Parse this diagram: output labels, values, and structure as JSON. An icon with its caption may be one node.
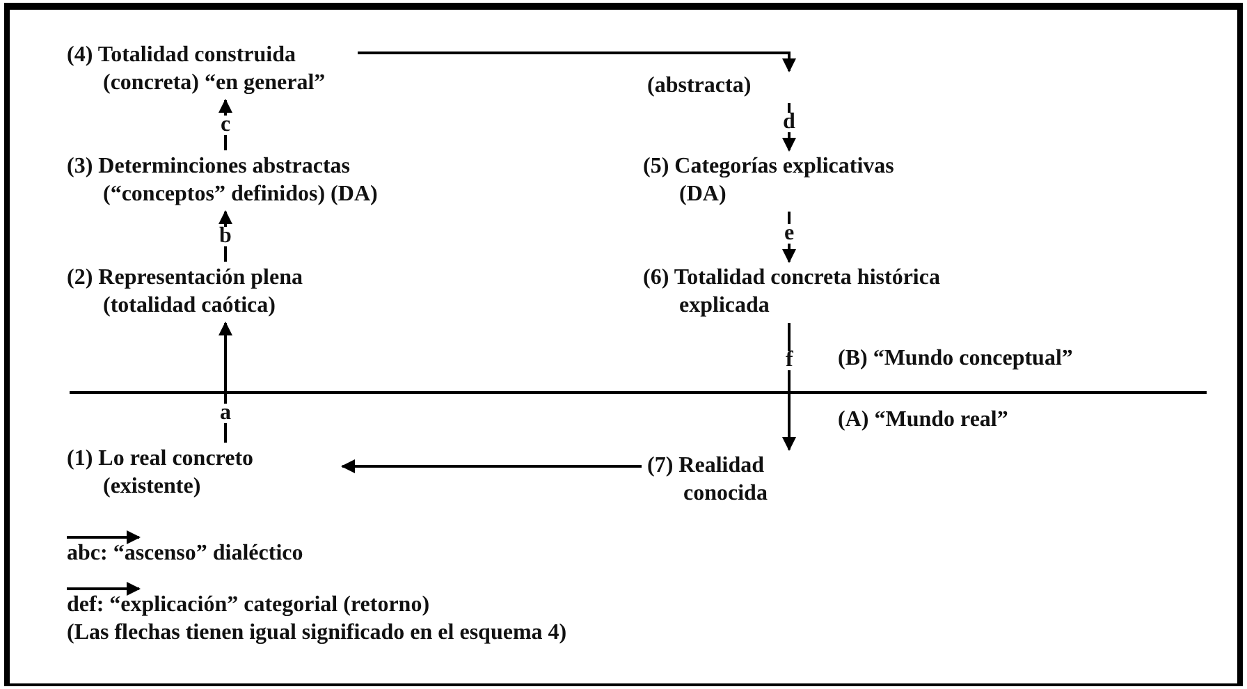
{
  "diagram": {
    "nodes": [
      {
        "text": [
          "(4) Totalidad construida (concreta) “en general”"
        ]
      },
      {
        "text": [
          "(abstracta)"
        ]
      },
      {
        "text": [
          "(3) Determinciones abstractas (“conceptos” definidos) (DA)"
        ]
      },
      {
        "text": [
          "(5) Categorías explicativas (DA)"
        ]
      },
      {
        "text": [
          "(2) Representación plena (totalidad caótica)"
        ]
      },
      {
        "text": [
          "(6) Totalidad concreta histórica explicada"
        ]
      },
      {
        "text": [
          "(1) Lo real concreto (existente)"
        ]
      },
      {
        "text": [
          "(7) Realidad conocida"
        ]
      }
    ],
    "edges": [
      {
        "from": 6,
        "to": 4,
        "label": "a",
        "arrow": "to"
      },
      {
        "from": 4,
        "to": 2,
        "label": "b",
        "arrow": "to"
      },
      {
        "from": 2,
        "to": 0,
        "label": "c",
        "arrow": "to"
      },
      {
        "from": 0,
        "to": 1,
        "arrow": "to"
      },
      {
        "from": 1,
        "to": 3,
        "label": "d",
        "arrow": "to"
      },
      {
        "from": 3,
        "to": 5,
        "label": "e",
        "arrow": "to"
      },
      {
        "from": 5,
        "to": 7,
        "label": "f",
        "arrow": "to"
      },
      {
        "from": 7,
        "to": 6,
        "arrow": "to"
      }
    ],
    "labels": [
      "(B) “Mundo conceptual”",
      "(A) “Mundo real”",
      "(Las flechas tienen igual significado en el esquema 4)"
    ],
    "legend": [
      {
        "text": "abc: “ascenso” dialéctico"
      },
      {
        "text": "def: “explicación” categorial (retorno)"
      }
    ]
  }
}
